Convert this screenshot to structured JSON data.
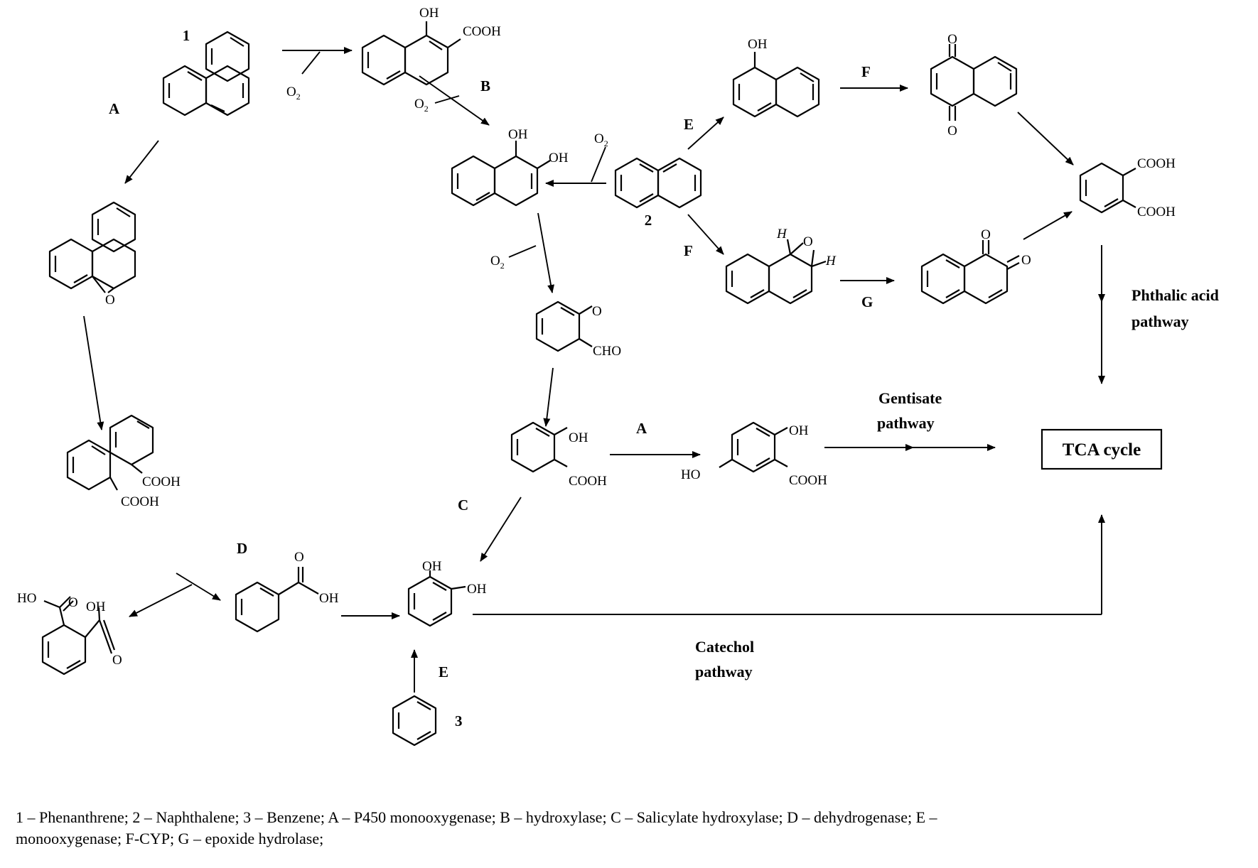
{
  "compounds": {
    "phenanthrene_num": "1",
    "naphthalene_num": "2",
    "benzene_num": "3"
  },
  "groups": {
    "oh": "OH",
    "cooh": "COOH",
    "cho": "CHO",
    "ho": "HO",
    "o": "O",
    "h": "H",
    "o2": "O",
    "o2_sub": "2"
  },
  "enzymes": {
    "a": "A",
    "b": "B",
    "c": "C",
    "d": "D",
    "e": "E",
    "f": "F",
    "g": "G"
  },
  "pathways": {
    "phthalic_1": "Phthalic acid",
    "phthalic_2": "pathway",
    "gentisate_1": "Gentisate",
    "gentisate_2": "pathway",
    "catechol_1": "Catechol",
    "catechol_2": "pathway",
    "tca": "TCA cycle"
  },
  "legend": {
    "line1": "1 – Phenanthrene; 2 – Naphthalene; 3 – Benzene; A – P450 monooxygenase; B – hydroxylase; C – Salicylate hydroxylase; D – dehydrogenase; E –",
    "line2": "monooxygenase; F-CYP; G – epoxide hydrolase;"
  },
  "colors": {
    "ink": "#000000",
    "background": "#ffffff"
  }
}
